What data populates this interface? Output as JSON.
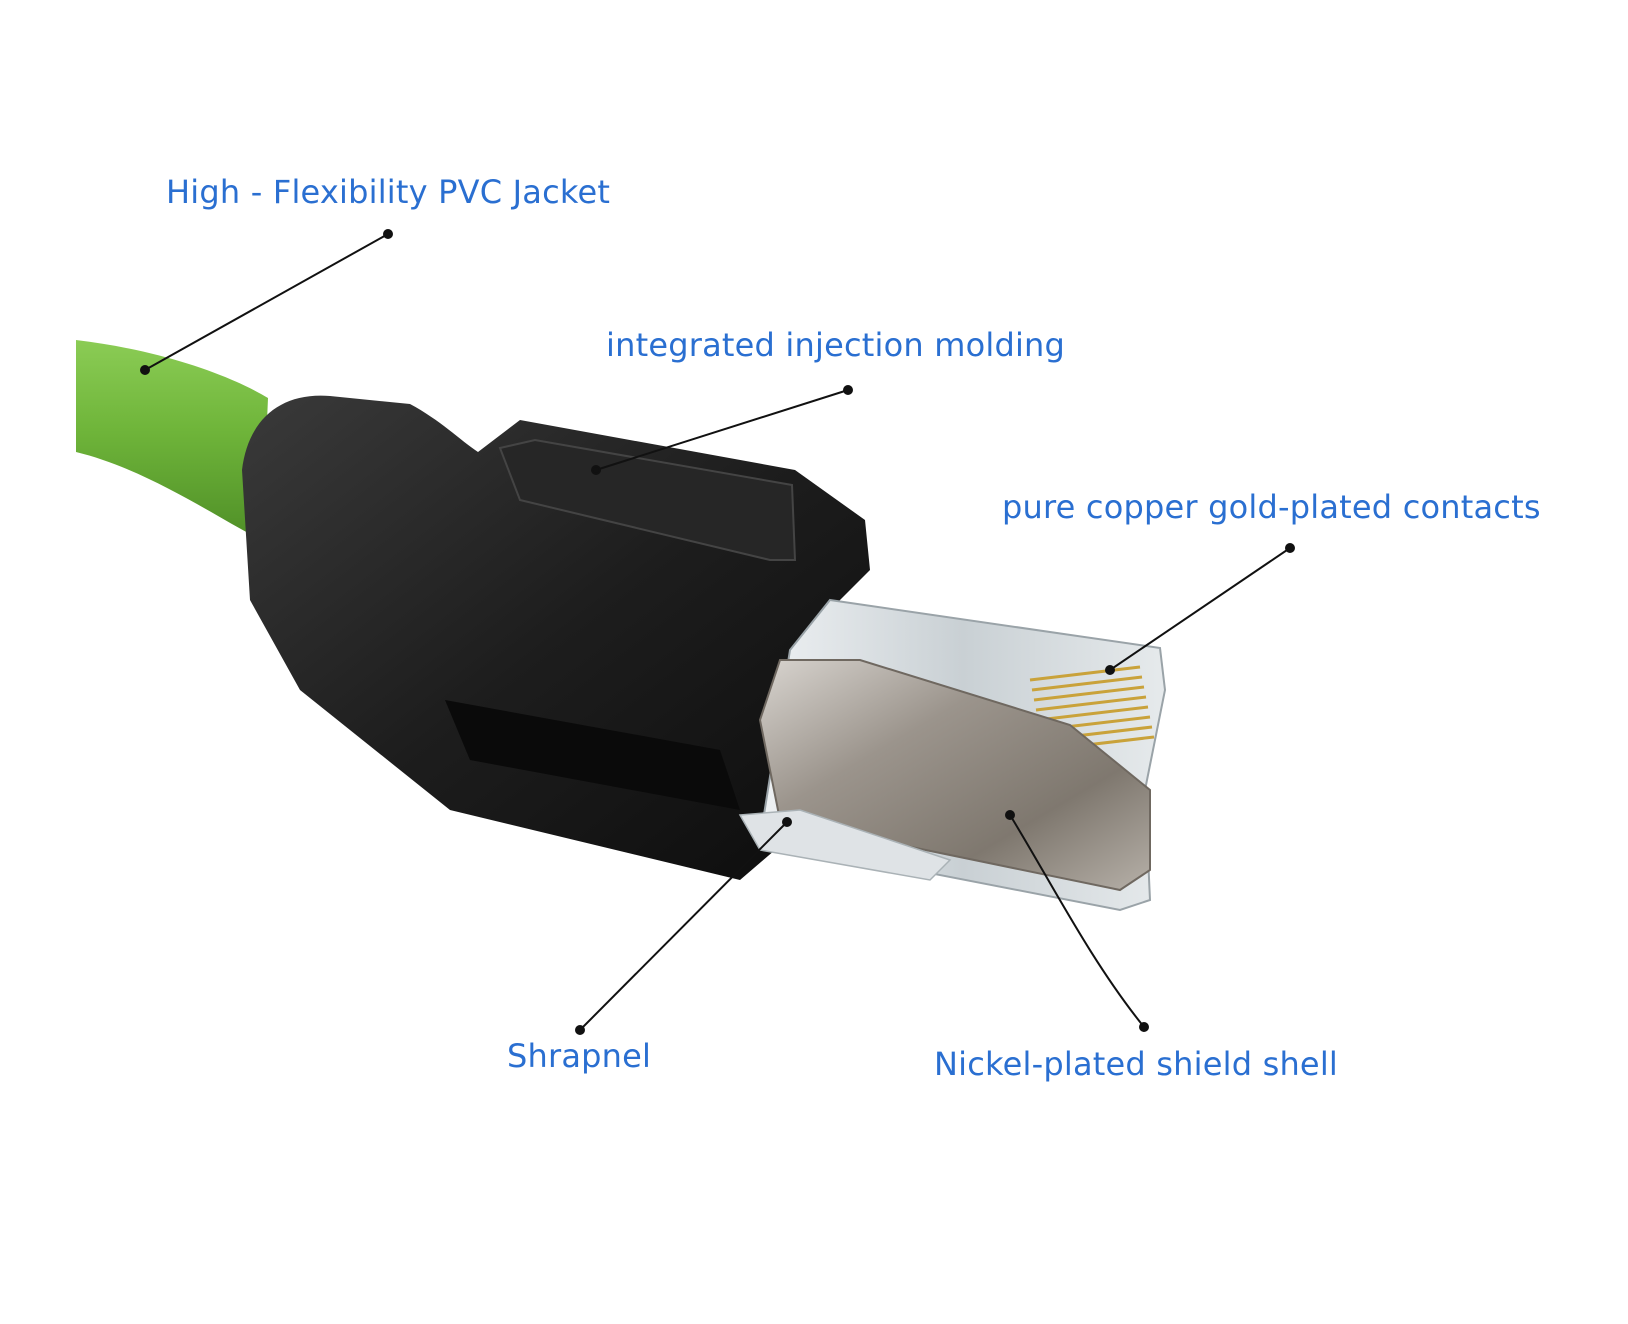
{
  "colors": {
    "label_text": "#2a6fd1",
    "leader_line": "#111111",
    "cable_green": "#6fb53a",
    "boot_black": "#1a1a1a",
    "shield_metal": "#a9a39c",
    "clear_plug": "#d9dde0",
    "gold_contacts": "#c9a23a"
  },
  "callouts": {
    "jacket": "High - Flexibility PVC Jacket",
    "molding": "integrated injection molding",
    "contacts": "pure copper gold-plated contacts",
    "shrapnel": "Shrapnel",
    "shell": "Nickel-plated shield shell"
  },
  "icons": {
    "product": "rj45-connector-icon"
  }
}
